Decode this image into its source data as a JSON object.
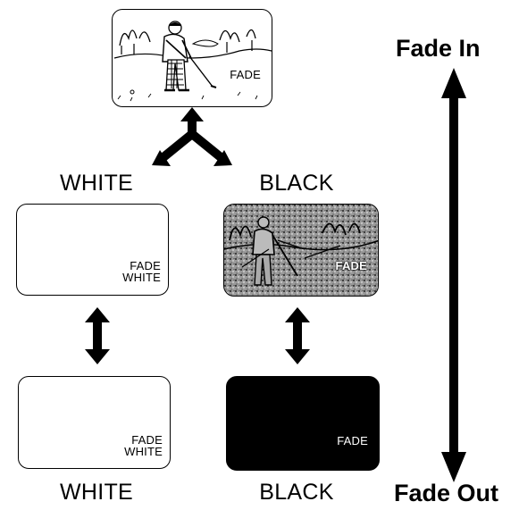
{
  "top_screen": {
    "label": "FADE"
  },
  "white_column": {
    "caption": "WHITE",
    "middle_screen_label_line1": "FADE",
    "middle_screen_label_line2": "WHITE",
    "bottom_screen_label_line1": "FADE",
    "bottom_screen_label_line2": "WHITE",
    "bottom_caption": "WHITE"
  },
  "black_column": {
    "caption": "BLACK",
    "middle_screen_label": "FADE",
    "bottom_screen_label": "FADE",
    "bottom_caption": "BLACK"
  },
  "scale": {
    "top_label": "Fade In",
    "bottom_label": "Fade Out"
  },
  "colors": {
    "ink": "#000000",
    "paper": "#ffffff",
    "noise_gray": "#8a8a8a"
  }
}
